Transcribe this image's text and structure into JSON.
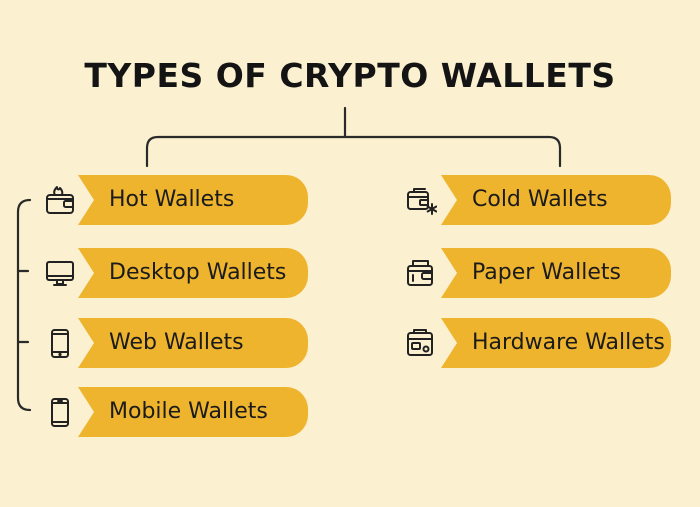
{
  "title": "TYPES OF CRYPTO WALLETS",
  "colors": {
    "background": "#fbf0cf",
    "pill": "#eeb42e",
    "line": "#2a2a2a",
    "text": "#1b1b1b"
  },
  "hot_wallets": {
    "label": "Hot Wallets",
    "icon": "wallet-flame-icon",
    "children": [
      {
        "label": "Desktop Wallets",
        "icon": "monitor-icon"
      },
      {
        "label": "Web Wallets",
        "icon": "tablet-icon"
      },
      {
        "label": "Mobile Wallets",
        "icon": "smartphone-icon"
      }
    ]
  },
  "cold_wallets": {
    "label": "Cold Wallets",
    "icon": "cold-storage-icon",
    "children": [
      {
        "label": "Paper Wallets",
        "icon": "paper-wallet-icon"
      },
      {
        "label": "Hardware Wallets",
        "icon": "hardware-device-icon"
      }
    ]
  }
}
